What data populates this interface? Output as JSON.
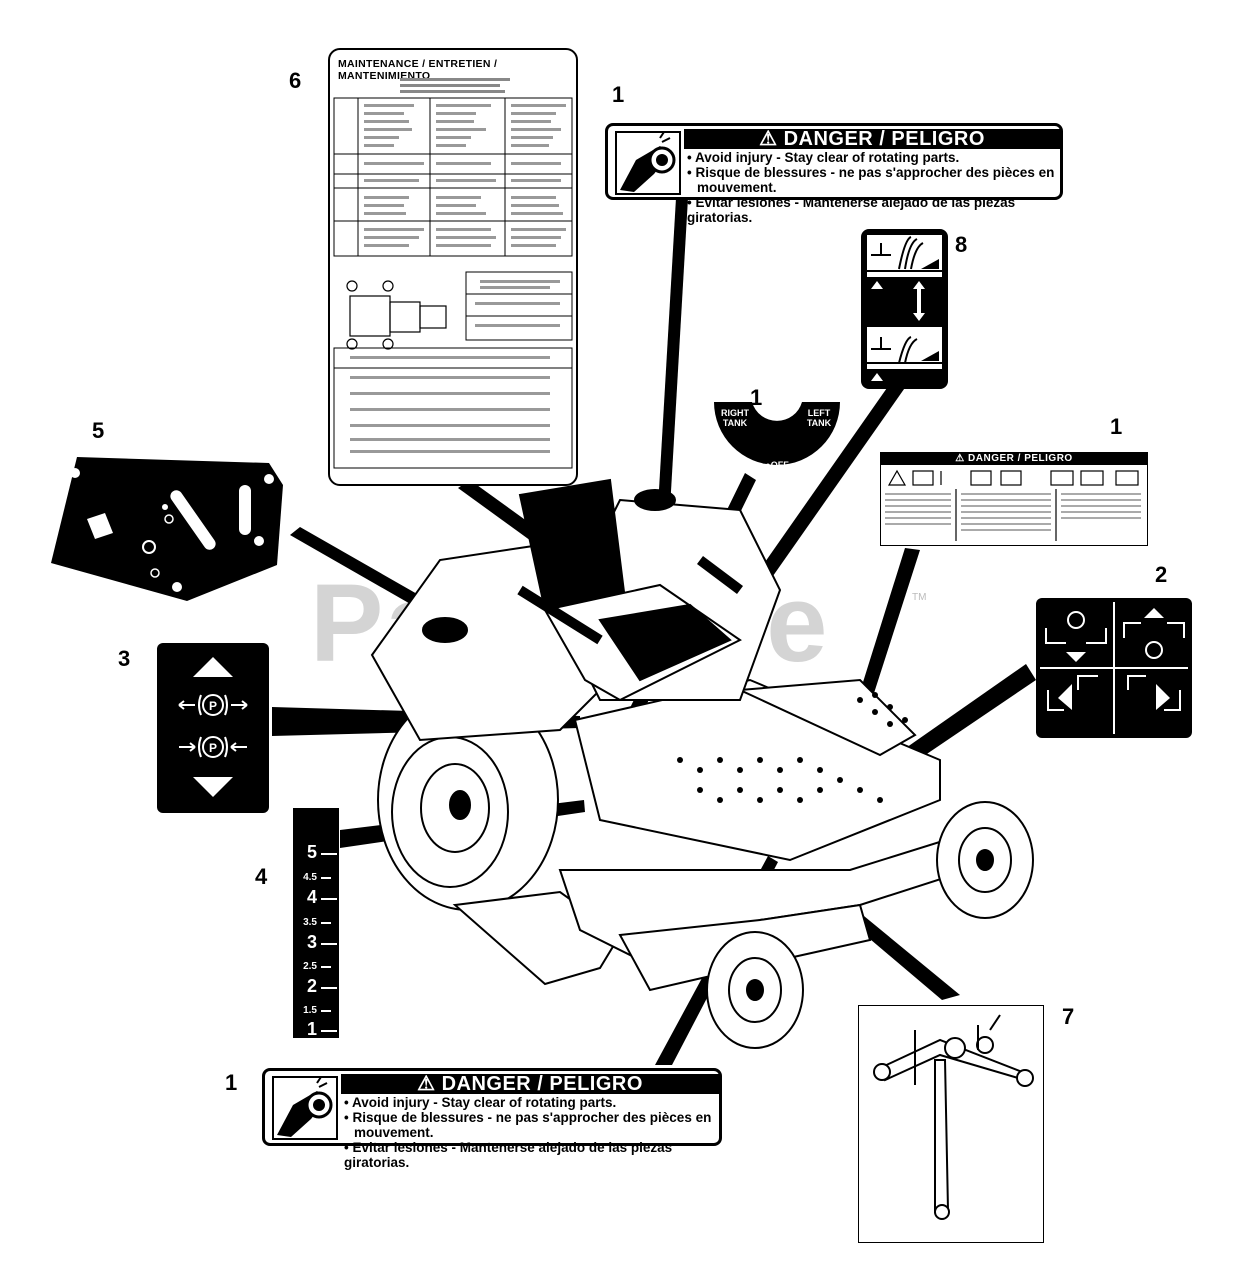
{
  "watermark": "PartsTree",
  "callouts": {
    "c6": "6",
    "c1_top": "1",
    "c8": "8",
    "c1_tank": "1",
    "c5": "5",
    "c1_right": "1",
    "c2": "2",
    "c3": "3",
    "c4": "4",
    "c1_bottom": "1",
    "c7": "7"
  },
  "danger_decal": {
    "header": "⚠ DANGER / PELIGRO",
    "line1": "• Avoid injury - Stay clear of rotating parts.",
    "line2": "• Risque de blessures - ne pas s'approcher des pièces en",
    "line3": "mouvement.",
    "line4": "• Evitar lesiones - Mantenerse alejado de las piezas giratorias."
  },
  "maintenance_decal": {
    "title": "MAINTENANCE / ENTRETIEN / MANTENIMIENTO"
  },
  "tank_decal": {
    "right": "RIGHT TANK",
    "left": "LEFT TANK",
    "off": "●OFF"
  },
  "safety_decal": {
    "header": "⚠ DANGER / PELIGRO"
  },
  "height_scale": {
    "labels": [
      "5",
      "4.5",
      "4",
      "3.5",
      "3",
      "2.5",
      "2",
      "1.5",
      "1"
    ]
  },
  "tm": "TM"
}
